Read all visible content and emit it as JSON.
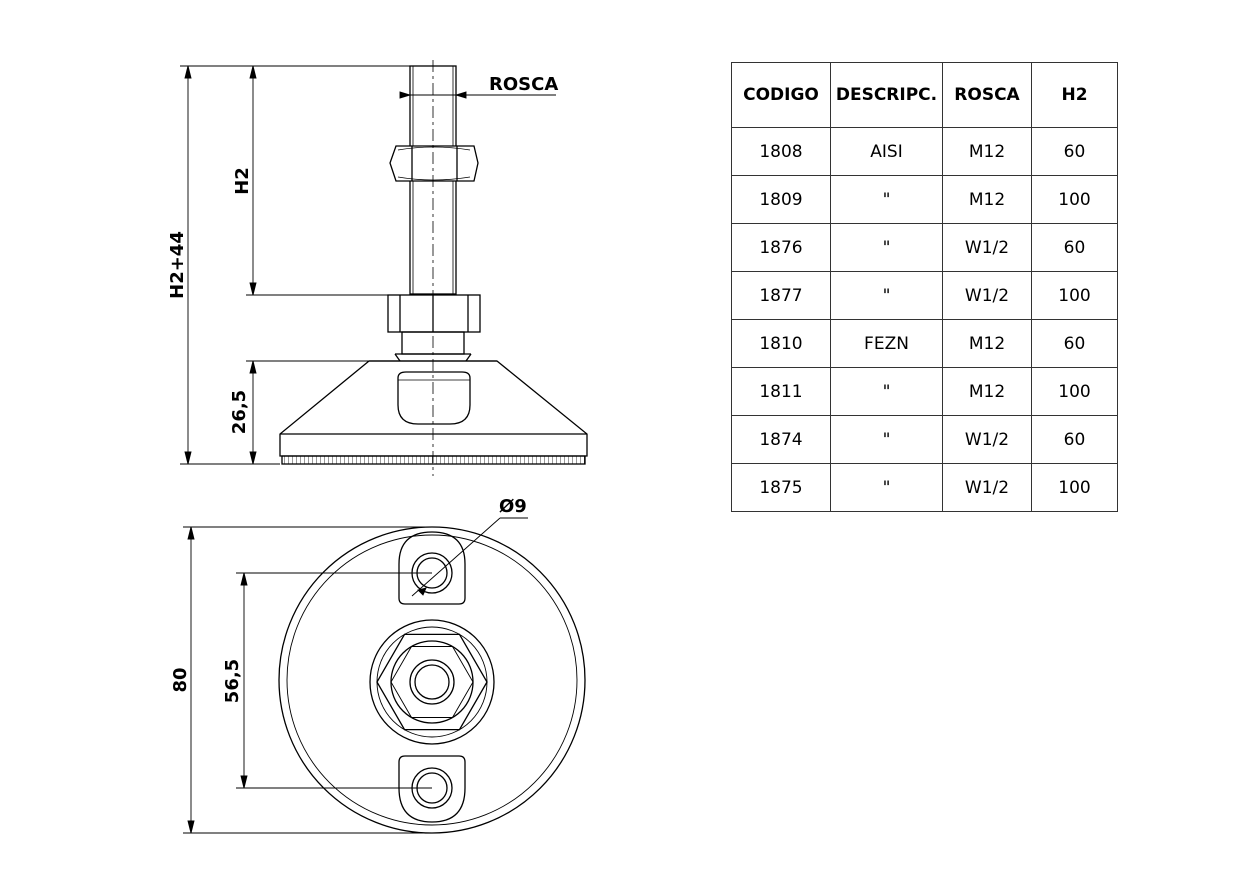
{
  "dimensions": {
    "rosca": "ROSCA",
    "h2": "H2",
    "h2_44": "H2+44",
    "d26_5": "26,5",
    "diameter_9": "Ø9",
    "d80": "80",
    "d56_5": "56,5"
  },
  "table": {
    "headers": [
      "CODIGO",
      "DESCRIPC.",
      "ROSCA",
      "H2"
    ],
    "rows": [
      [
        "1808",
        "AISI",
        "M12",
        "60"
      ],
      [
        "1809",
        "\"",
        "M12",
        "100"
      ],
      [
        "1876",
        "\"",
        "W1/2",
        "60"
      ],
      [
        "1877",
        "\"",
        "W1/2",
        "100"
      ],
      [
        "1810",
        "FEZN",
        "M12",
        "60"
      ],
      [
        "1811",
        "\"",
        "M12",
        "100"
      ],
      [
        "1874",
        "\"",
        "W1/2",
        "60"
      ],
      [
        "1875",
        "\"",
        "W1/2",
        "100"
      ]
    ]
  }
}
